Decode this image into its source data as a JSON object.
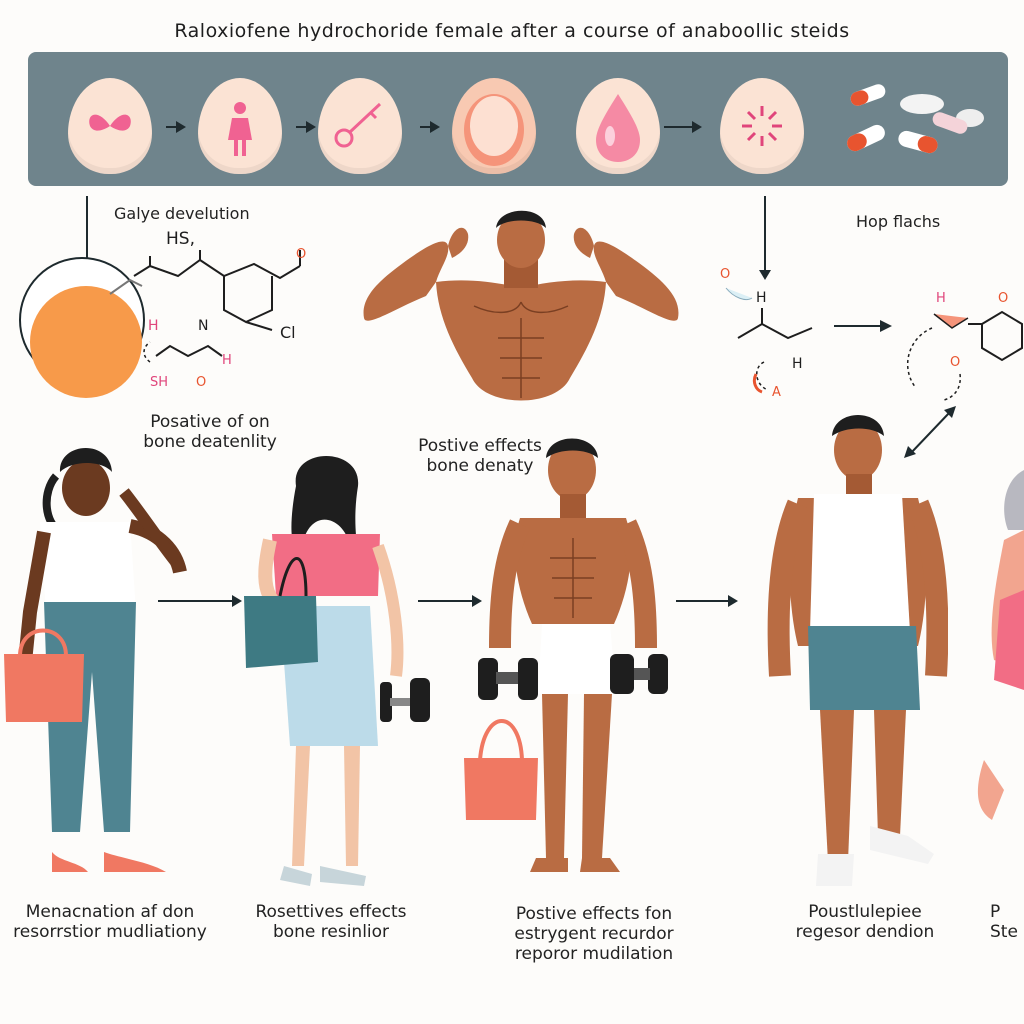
{
  "title": "Raloxiofene hydrochoride female after a course of anaboollic steids",
  "labels": {
    "galye": "Galye develution",
    "hot_flashes": "Hop flachs",
    "posative_line1": "Posative of on",
    "posative_line2": "bone deatenlity",
    "postive_line1": "Postive effects",
    "postive_line2": "bone denaty",
    "bottom1_line1": "Menacnation af don",
    "bottom1_line2": "resorrstior mudliationy",
    "bottom2_line1": "Rosettives effects",
    "bottom2_line2": "bone resinlior",
    "bottom3_line1": "Postive effects fon",
    "bottom3_line2": "estrygent recurdor",
    "bottom3_line3": "reporor mudilation",
    "bottom4_line1": "Poustlulepiee",
    "bottom4_line2": "regesor dendion",
    "bottom5_line1": "P",
    "bottom5_line2": "Ste"
  },
  "molecule_left": {
    "hs": "HS,",
    "o": "O",
    "h": "H",
    "n": "N",
    "ci": "Cl",
    "sh": "SH",
    "o2": "O",
    "h2": "H"
  },
  "molecule_right": {
    "o": "O",
    "h": "H",
    "h2": "H",
    "a": "A",
    "h3": "H",
    "o2": "O",
    "o3": "O"
  },
  "colors": {
    "banner": "#6f848c",
    "stage_fill": "#fbe3d4",
    "pink_accent": "#f06292",
    "skin": "#b96c43",
    "dark_skin": "#6b3a20"
  }
}
